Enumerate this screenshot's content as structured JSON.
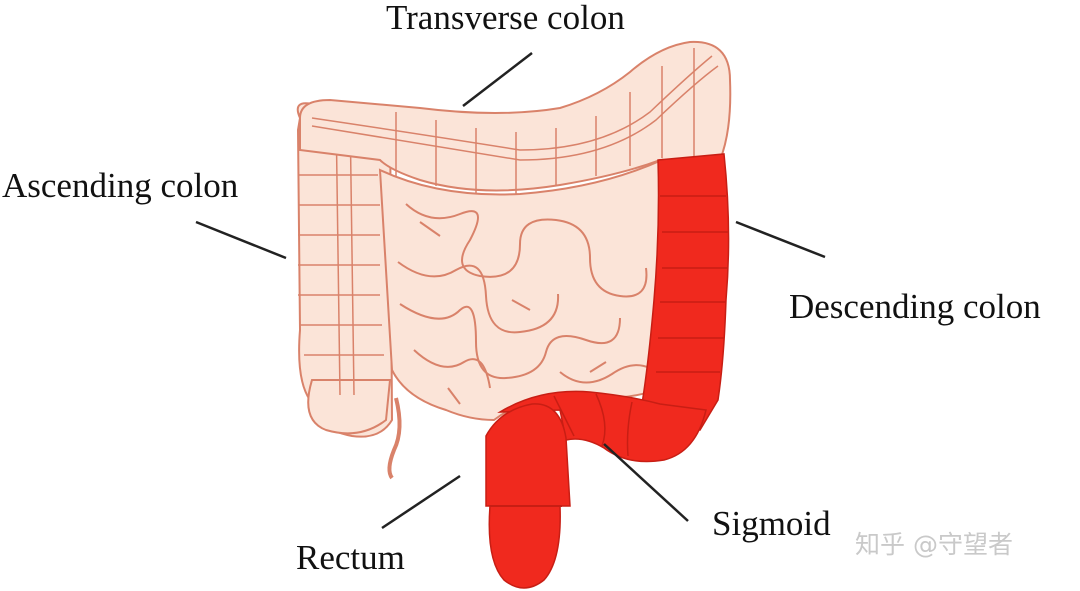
{
  "labels": {
    "transverse": "Transverse colon",
    "ascending": "Ascending colon",
    "descending": "Descending colon",
    "sigmoid": "Sigmoid",
    "rectum": "Rectum"
  },
  "watermark": "知乎 @守望者",
  "colors": {
    "healthy_fill": "#fbe4d8",
    "healthy_outline": "#d9826a",
    "highlight_fill": "#f0291e",
    "highlight_outline": "#c81e14",
    "leader_line": "#222222",
    "text": "#111111",
    "watermark": "#c9c9c9"
  }
}
